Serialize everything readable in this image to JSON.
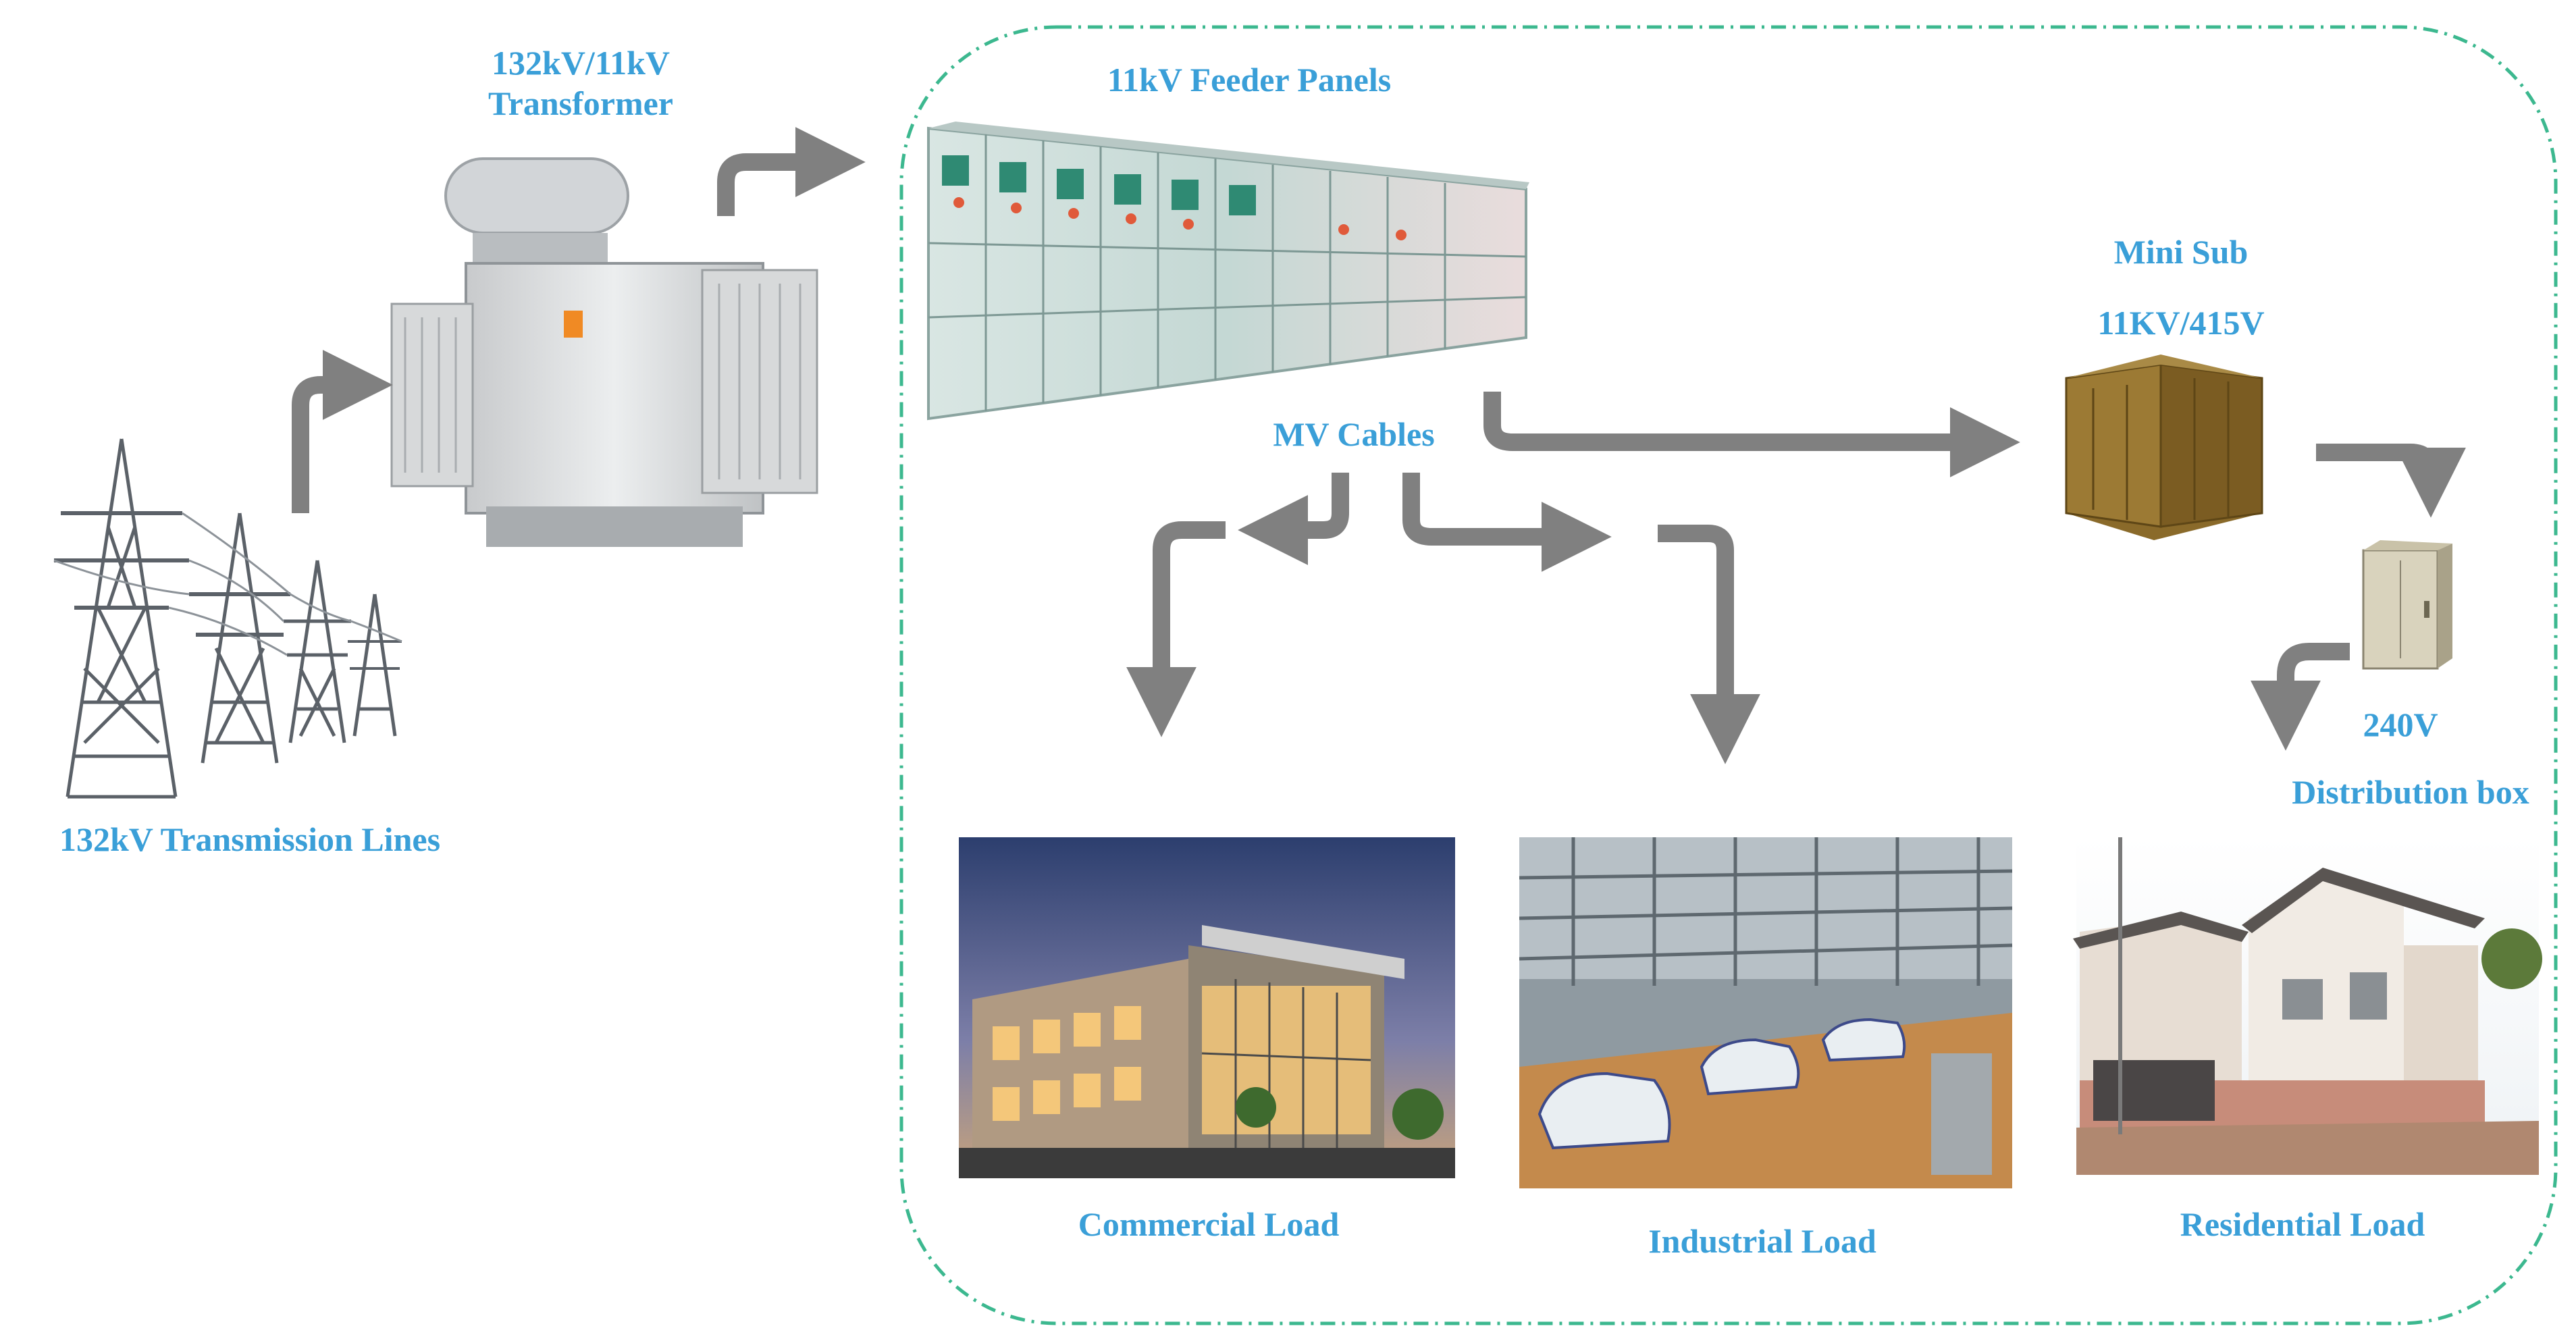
{
  "labels": {
    "transmission_lines": "132kV Transmission Lines",
    "transformer_line1": "132kV/11kV",
    "transformer_line2": "Transformer",
    "feeder_panels": "11kV Feeder Panels",
    "mv_cables": "MV Cables",
    "mini_sub_title": "Mini Sub",
    "mini_sub_rating": "11KV/415V",
    "voltage_240": "240V",
    "distribution_box": "Distribution box",
    "commercial_load": "Commercial Load",
    "industrial_load": "Industrial Load",
    "residential_load": "Residential Load"
  },
  "colors": {
    "label_text": "#3a9fd8",
    "arrow": "#808080",
    "boundary": "#3cb88f"
  },
  "icons": {
    "transmission": "transmission-tower-icon",
    "transformer": "power-transformer-icon",
    "feeder": "switchgear-panel-icon",
    "minisub": "mini-substation-icon",
    "distbox": "distribution-box-icon"
  }
}
